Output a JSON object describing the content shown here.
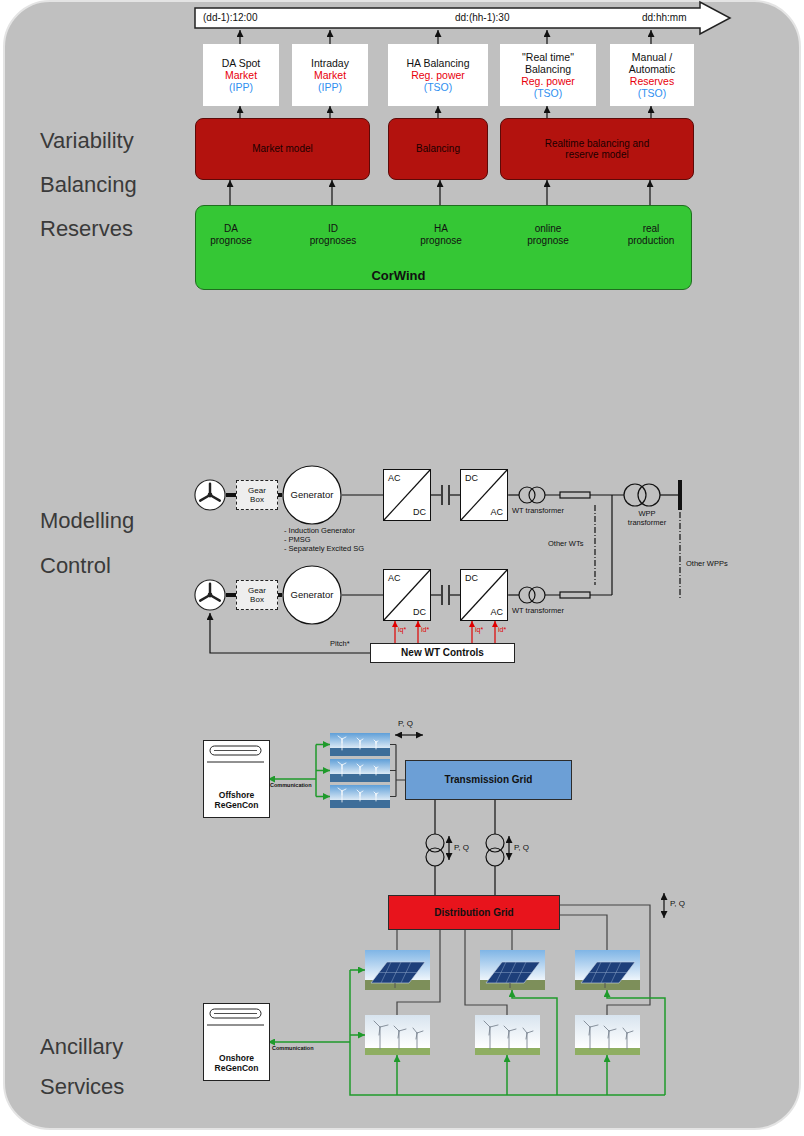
{
  "diagram": {
    "nodes": [
      {
        "text": [
          "DA Spot",
          "Market",
          "(IPP)"
        ]
      },
      {
        "text": [
          "Intraday",
          "Market",
          "(IPP)"
        ]
      },
      {
        "text": [
          "HA Balancing",
          "Reg. power",
          "(TSO)"
        ]
      },
      {
        "text": [
          "\"Real time\" Balancing",
          "Reg. power",
          "(TSO)"
        ]
      },
      {
        "text": [
          "Manual / Automatic",
          "Reserves",
          "(TSO)"
        ]
      },
      {
        "text": [
          "Market model"
        ]
      },
      {
        "text": [
          "Balancing"
        ]
      },
      {
        "text": [
          "Realtime balancing and reserve model"
        ]
      },
      {
        "text": [
          "CorWind"
        ]
      },
      {
        "text": [
          "DA prognose"
        ],
        "in": 8
      },
      {
        "text": [
          "ID prognoses"
        ],
        "in": 8
      },
      {
        "text": [
          "HA prognose"
        ],
        "in": 8
      },
      {
        "text": [
          "online prognose"
        ],
        "in": 8
      },
      {
        "text": [
          "real production"
        ],
        "in": 8
      },
      {
        "text": [
          "Gear Box"
        ]
      },
      {
        "text": [
          "Generator"
        ]
      },
      {
        "text": [
          "AC",
          "DC"
        ]
      },
      {
        "text": [
          "DC",
          "AC"
        ]
      },
      {
        "text": [
          "Gear Box"
        ]
      },
      {
        "text": [
          "Generator"
        ]
      },
      {
        "text": [
          "AC",
          "DC"
        ]
      },
      {
        "text": [
          "DC",
          "AC"
        ]
      },
      {
        "text": [
          "New WT Controls"
        ]
      },
      {
        "text": [
          "Offshore ReGenCon"
        ]
      },
      {
        "text": [
          "Transmission Grid"
        ]
      },
      {
        "text": [
          "Distribution Grid"
        ]
      },
      {
        "text": [
          "Onshore ReGenCon"
        ]
      }
    ],
    "edges": [
      {
        "from": 5,
        "to": 0,
        "arrow": "to"
      },
      {
        "from": 5,
        "to": 1,
        "arrow": "to"
      },
      {
        "from": 6,
        "to": 2,
        "arrow": "to"
      },
      {
        "from": 7,
        "to": 3,
        "arrow": "to"
      },
      {
        "from": 7,
        "to": 4,
        "arrow": "to"
      },
      {
        "from": 9,
        "to": 5,
        "arrow": "to"
      },
      {
        "from": 10,
        "to": 5,
        "arrow": "to"
      },
      {
        "from": 11,
        "to": 6,
        "arrow": "to"
      },
      {
        "from": 12,
        "to": 7,
        "arrow": "to"
      },
      {
        "from": 13,
        "to": 7,
        "arrow": "to"
      },
      {
        "from": 14,
        "to": 15,
        "arrow": "none"
      },
      {
        "from": 15,
        "to": 16,
        "arrow": "none"
      },
      {
        "from": 16,
        "to": 17,
        "arrow": "none"
      },
      {
        "from": 18,
        "to": 19,
        "arrow": "none"
      },
      {
        "from": 19,
        "to": 20,
        "arrow": "none"
      },
      {
        "from": 20,
        "to": 21,
        "arrow": "none"
      },
      {
        "from": 22,
        "to": 20,
        "arrow": "to",
        "label": "iq*"
      },
      {
        "from": 22,
        "to": 20,
        "arrow": "to",
        "label": "id*"
      },
      {
        "from": 22,
        "to": 21,
        "arrow": "to",
        "label": "iq*"
      },
      {
        "from": 22,
        "to": 21,
        "arrow": "to",
        "label": "id*"
      },
      {
        "from": 24,
        "to": 25,
        "arrow": "none",
        "label": "P, Q"
      },
      {
        "from": 24,
        "to": 25,
        "arrow": "none",
        "label": "P, Q"
      }
    ],
    "labels": [
      "(dd-1):12:00",
      "dd:(hh-1):30",
      "dd:hh:mm",
      "Variability Balancing Reserves",
      "Modelling Control",
      "- Induction Generator",
      "- PMSG",
      "- Separately Excited SG",
      "WT transformer",
      "WPP transformer",
      "Other WTs",
      "Other WPPs",
      "WT transformer",
      "Pitch*",
      "P, Q",
      "Communication",
      "Ancillary Services",
      "P, Q",
      "Communication"
    ]
  }
}
